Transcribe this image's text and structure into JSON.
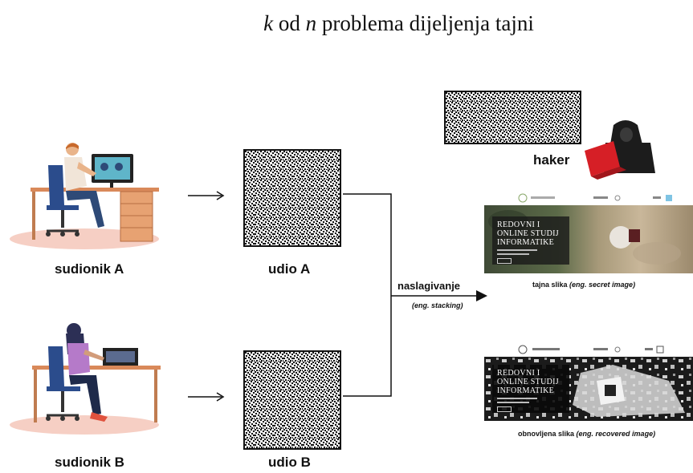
{
  "title": {
    "k": "k",
    "mid1": " od ",
    "n": "n",
    "rest": " problema dijeljenja tajni"
  },
  "participants": [
    {
      "label": "sudionik A"
    },
    {
      "label": "sudionik B"
    }
  ],
  "shares": [
    {
      "label": "udio A"
    },
    {
      "label": "udio B"
    }
  ],
  "stacking": {
    "label": "naslagivanje",
    "note": "(eng. stacking)"
  },
  "hacker": {
    "label": "haker"
  },
  "secret": {
    "caption_main": "tajna slika ",
    "caption_eng": "(eng. secret image)"
  },
  "recovered": {
    "caption_main": "obnovljena slika ",
    "caption_eng": "(eng. recovered image)"
  },
  "website": {
    "hero_line1": "REDOVNI I",
    "hero_line2": "ONLINE STUDIJ",
    "hero_line3": "INFORMATIKE"
  },
  "colors": {
    "desk": "#d9895a",
    "chair": "#2b4c8c",
    "platform": "#f6cfc4",
    "laptop_red": "#d61f26",
    "hoodie": "#1c1c1c"
  }
}
